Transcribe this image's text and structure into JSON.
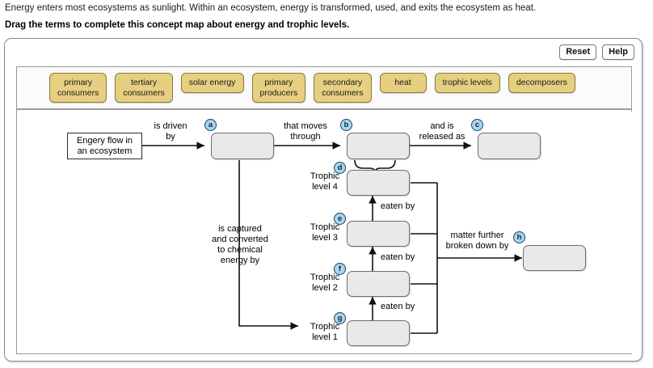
{
  "header": {
    "intro": "Energy enters most ecosystems as sunlight. Within an ecosystem, energy is transformed, used, and exits the ecosystem as heat.",
    "instruction": "Drag the terms to complete this concept map about energy and trophic levels."
  },
  "toolbar": {
    "reset_label": "Reset",
    "help_label": "Help"
  },
  "term_bank": {
    "terms": [
      {
        "label": "primary\nconsumers"
      },
      {
        "label": "tertiary\nconsumers"
      },
      {
        "label": "solar energy"
      },
      {
        "label": "primary\nproducers"
      },
      {
        "label": "secondary\nconsumers"
      },
      {
        "label": "heat"
      },
      {
        "label": "trophic levels"
      },
      {
        "label": "decomposers"
      }
    ]
  },
  "diagram": {
    "start_node": "Engery flow in\nan ecosystem",
    "edge_labels": {
      "is_driven_by": "is driven\nby",
      "that_moves_through": "that moves\nthrough",
      "and_is_released_as": "and is\nreleased as",
      "is_captured": "is captured\nand converted\nto chemical\nenergy by",
      "matter_broken_down": "matter further\nbroken down by",
      "eaten_by_1": "eaten by",
      "eaten_by_2": "eaten by",
      "eaten_by_3": "eaten by"
    },
    "trophic_labels": {
      "level4": "Trophic\nlevel 4",
      "level3": "Trophic\nlevel 3",
      "level2": "Trophic\nlevel 2",
      "level1": "Trophic\nlevel 1"
    },
    "badges": {
      "a": "a",
      "b": "b",
      "c": "c",
      "d": "d",
      "e": "e",
      "f": "f",
      "g": "g",
      "h": "h"
    },
    "drop_slots": [
      {
        "id": "a",
        "value": ""
      },
      {
        "id": "b",
        "value": ""
      },
      {
        "id": "c",
        "value": ""
      },
      {
        "id": "d",
        "value": ""
      },
      {
        "id": "e",
        "value": ""
      },
      {
        "id": "f",
        "value": ""
      },
      {
        "id": "g",
        "value": ""
      },
      {
        "id": "h",
        "value": ""
      }
    ]
  },
  "colors": {
    "tile_fill": "#e6cf81",
    "tile_border": "#8d7b3e",
    "drop_fill": "#e9e9e9",
    "drop_border": "#6d6d6d",
    "badge_fill": "#a9d6ef",
    "badge_border": "#1c3f5c"
  }
}
